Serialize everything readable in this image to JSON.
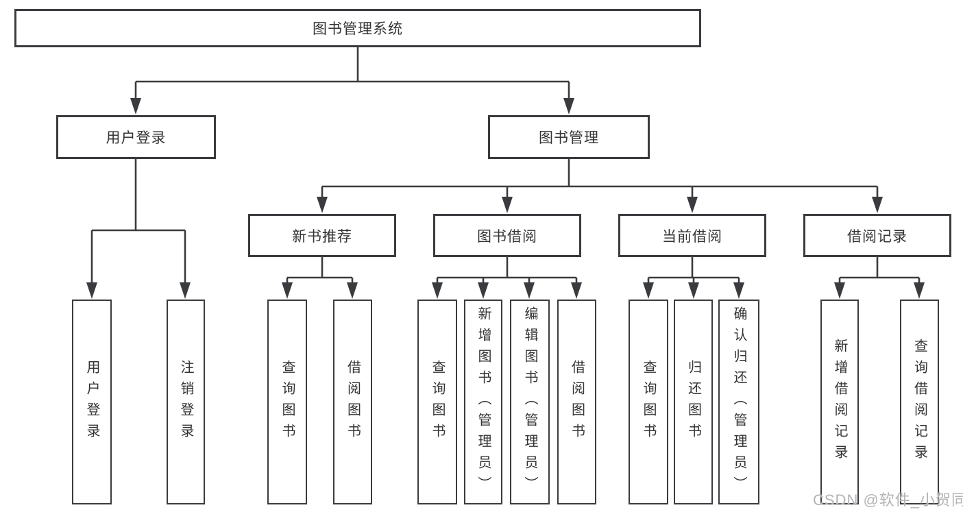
{
  "diagram_type": "hierarchy-tree",
  "colors": {
    "line": "#3a3b3e",
    "box_border": "#3a3b3e",
    "box_background": "#ffffff",
    "text": "#333333",
    "watermark": "#b3b4b6"
  },
  "nodes": {
    "root": {
      "label": "图书管理系统"
    },
    "user_login": {
      "label": "用户登录"
    },
    "book_mgmt": {
      "label": "图书管理"
    },
    "new_book_rec": {
      "label": "新书推荐"
    },
    "book_borrow": {
      "label": "图书借阅"
    },
    "current_borrow": {
      "label": "当前借阅"
    },
    "borrow_record": {
      "label": "借阅记录"
    },
    "leaf_user_login": {
      "label": "用户登录"
    },
    "leaf_logout": {
      "label": "注销登录"
    },
    "leaf_nbr_query": {
      "label": "查询图书"
    },
    "leaf_nbr_borrow": {
      "label": "借阅图书"
    },
    "leaf_bb_query": {
      "label": "查询图书"
    },
    "leaf_bb_add": {
      "label": "新增图书（管理员）"
    },
    "leaf_bb_edit": {
      "label": "编辑图书（管理员）"
    },
    "leaf_bb_borrow": {
      "label": "借阅图书"
    },
    "leaf_cb_query": {
      "label": "查询图书"
    },
    "leaf_cb_return": {
      "label": "归还图书"
    },
    "leaf_cb_confirm": {
      "label": "确认归还（管理员）"
    },
    "leaf_br_add": {
      "label": "新增借阅记录"
    },
    "leaf_br_query": {
      "label": "查询借阅记录"
    }
  },
  "hierarchy": {
    "图书管理系统": {
      "用户登录": [
        "用户登录",
        "注销登录"
      ],
      "图书管理": {
        "新书推荐": [
          "查询图书",
          "借阅图书"
        ],
        "图书借阅": [
          "查询图书",
          "新增图书（管理员）",
          "编辑图书（管理员）",
          "借阅图书"
        ],
        "当前借阅": [
          "查询图书",
          "归还图书",
          "确认归还（管理员）"
        ],
        "借阅记录": [
          "新增借阅记录",
          "查询借阅记录"
        ]
      }
    }
  },
  "watermark": {
    "text": "CSDN @软件_小贺同学"
  }
}
